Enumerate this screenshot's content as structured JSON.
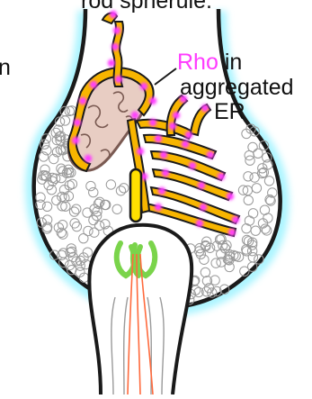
{
  "labels": {
    "top_fragment": "rod spherule.",
    "left_fragment": "n",
    "rho_accent": "Rho",
    "rho_in": " in",
    "aggregated": "aggregated",
    "er": "ER"
  },
  "colors": {
    "outline": "#1a1a1a",
    "membrane_glow": "#8ff1ff",
    "er_fill": "#f7b500",
    "rho_dots": "#ff3cff",
    "mitochondrion_fill": "#e8cdc3",
    "mitochondrion_outline": "#7a5a52",
    "vesicle_stroke": "#9a9a9a",
    "ribbon": "#ffe000",
    "dendrite_green": "#7ad44b",
    "axon_red": "#ff6a3d"
  }
}
